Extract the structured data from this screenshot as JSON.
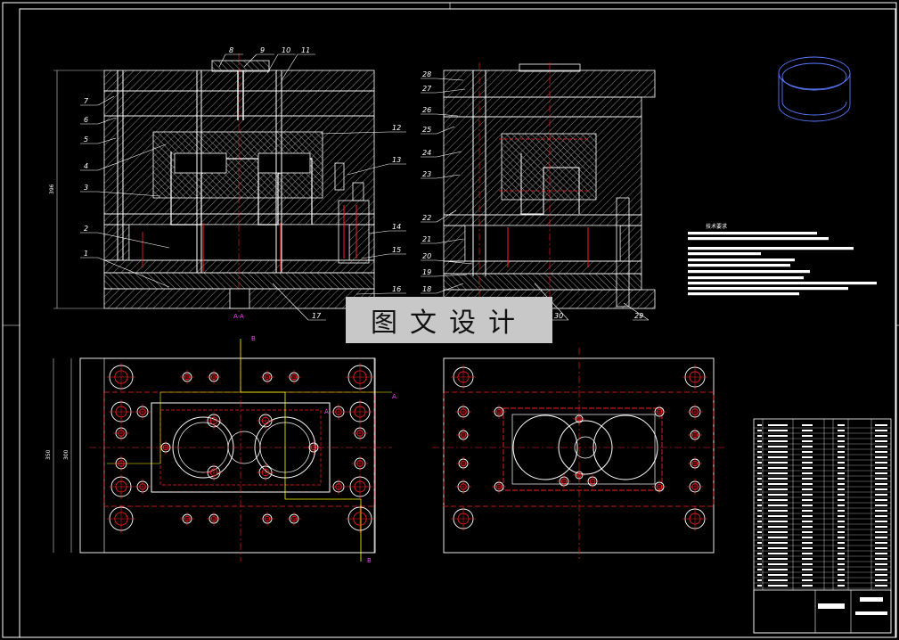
{
  "watermark": "图文设计",
  "section_label": "A-A",
  "callouts_left": [
    "1",
    "2",
    "3",
    "4",
    "5",
    "6",
    "7",
    "8",
    "9",
    "10",
    "11",
    "12",
    "13",
    "14",
    "15",
    "16",
    "17"
  ],
  "callouts_right": [
    "18",
    "19",
    "20",
    "21",
    "22",
    "23",
    "24",
    "25",
    "26",
    "27",
    "28",
    "29",
    "30"
  ],
  "dimensions": {
    "front_height": "396",
    "plan_outer": "350",
    "plan_inner": "300"
  },
  "section_marks": [
    "A",
    "A",
    "B",
    "B"
  ],
  "tech_notes_title": "技术要求",
  "colors": {
    "background": "#000000",
    "outline": "#ffffff",
    "centerline": "#ff2020",
    "hatch": "#9a9a9a",
    "dimension": "#ffff00",
    "section_mark": "#ff40ff",
    "magenta": "#ff00ff"
  }
}
